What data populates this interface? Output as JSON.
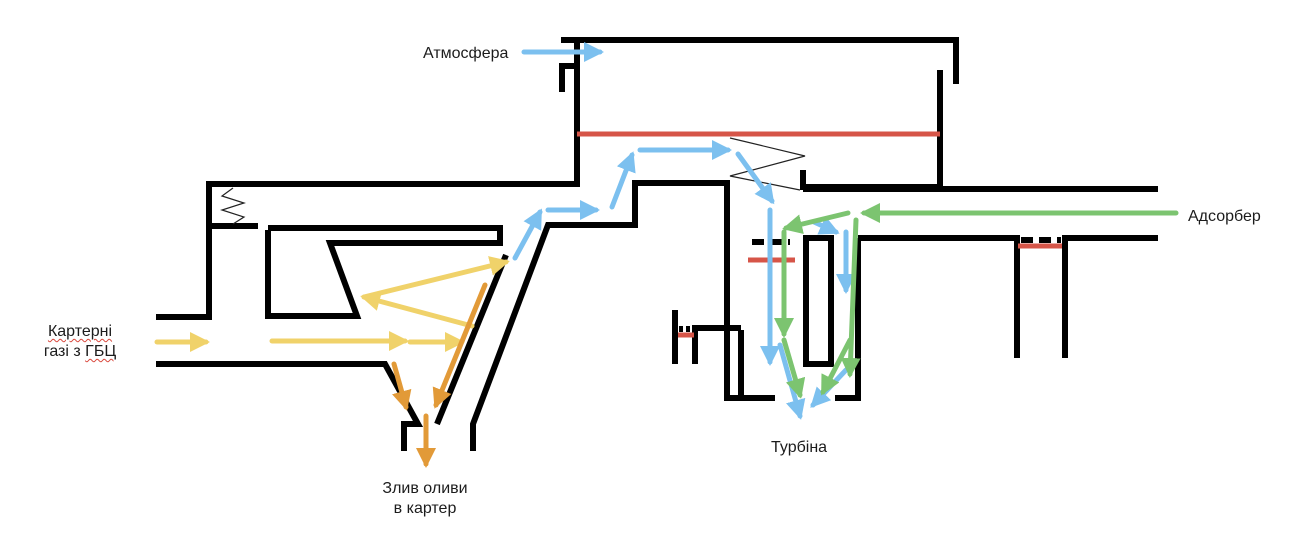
{
  "labels": {
    "atmosphere": "Атмосфера",
    "adsorber": "Адсорбер",
    "crankcase_gases_line1": "Картерні",
    "crankcase_gases_line2_a": "газі з ",
    "crankcase_gases_line2_b": "ГБЦ",
    "oil_drain_line1": "Злив оливи",
    "oil_drain_line2": "в картер",
    "turbine": "Турбіна"
  },
  "flow_colors": {
    "air": "#7cc0ef",
    "crankcase_gas": "#f0d26a",
    "oil": "#e29a38",
    "adsorber_gas": "#7cc470",
    "valve": "#d65548",
    "wall": "#000000"
  }
}
